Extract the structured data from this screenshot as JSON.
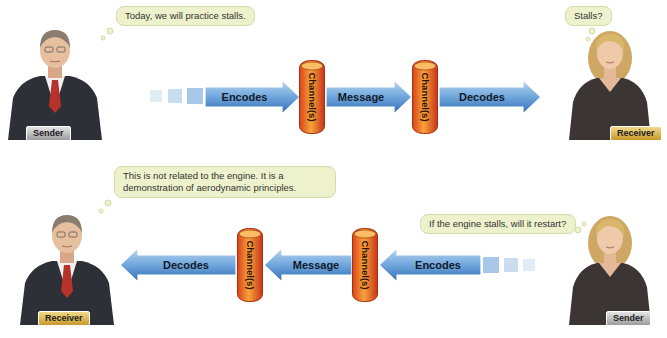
{
  "diagram": {
    "nodes": [
      {
        "text": [
          "Today, we will practice stalls."
        ]
      },
      {
        "text": [
          "Sender"
        ]
      },
      {
        "text": [
          "Encodes"
        ]
      },
      {
        "text": [
          "Channel(s)"
        ]
      },
      {
        "text": [
          "Message"
        ]
      },
      {
        "text": [
          "Channel(s)"
        ]
      },
      {
        "text": [
          "Decodes"
        ]
      },
      {
        "text": [
          "Stalls?"
        ]
      },
      {
        "text": [
          "Receiver"
        ]
      },
      {
        "text": [
          "This is not related to the engine. It is a demonstration of aerodynamic principles."
        ]
      },
      {
        "text": [
          "Receiver"
        ]
      },
      {
        "text": [
          "Decodes"
        ]
      },
      {
        "text": [
          "Channel(s)"
        ]
      },
      {
        "text": [
          "Message"
        ]
      },
      {
        "text": [
          "Channel(s)"
        ]
      },
      {
        "text": [
          "Encodes"
        ]
      },
      {
        "text": [
          "If the engine stalls, will it restart?"
        ]
      },
      {
        "text": [
          "Sender"
        ]
      }
    ]
  }
}
